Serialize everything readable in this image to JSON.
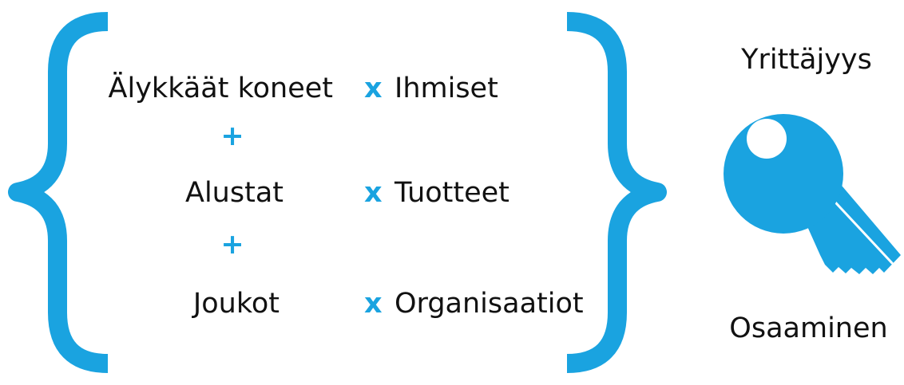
{
  "colors": {
    "accent": "#1aa3e0",
    "text": "#111111"
  },
  "rows": [
    {
      "left": "Älykkäät koneet",
      "operator": "x",
      "right": "Ihmiset"
    },
    {
      "left": "Alustat",
      "operator": "x",
      "right": "Tuotteet"
    },
    {
      "left": "Joukot",
      "operator": "x",
      "right": "Organisaatiot"
    }
  ],
  "plus_symbols": [
    "+",
    "+"
  ],
  "sidebar": {
    "top_label": "Yrittäjyys",
    "bottom_label": "Osaaminen",
    "icon": "key-icon"
  }
}
